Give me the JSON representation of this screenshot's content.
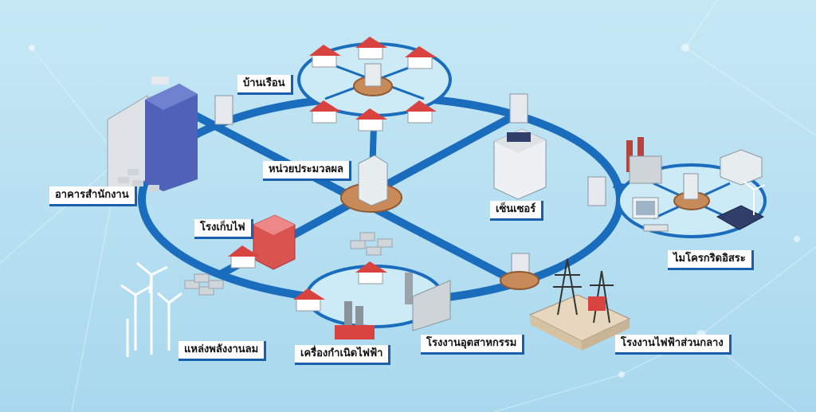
{
  "colors": {
    "background": "#bfe3f2",
    "ring": "#1a6cbc",
    "hub_disc": "#c98a5a",
    "house_roof": "#d9433f",
    "label_border": "#1a5fae"
  },
  "labels": {
    "homes": "บ้านเรือน",
    "office": "อาคารสำนักงาน",
    "processing": "หน่วยประมวลผล",
    "sensor": "เซ็นเซอร์",
    "storage": "โรงเก็บไฟ",
    "microgrid": "ไมโครกริดอิสระ",
    "wind": "แหล่งพลังงานลม",
    "generator": "เครื่องกำเนิดไฟฟ้า",
    "industry": "โรงงานอุตสาหกรรม",
    "central_plant": "โรงงานไฟฟ้าส่วนกลาง"
  },
  "icons": [
    "house-icon",
    "office-building-icon",
    "server-icon",
    "data-center-icon",
    "solar-panel-icon",
    "wind-turbine-icon",
    "factory-icon",
    "power-tower-icon",
    "computer-icon",
    "battery-storage-icon"
  ]
}
